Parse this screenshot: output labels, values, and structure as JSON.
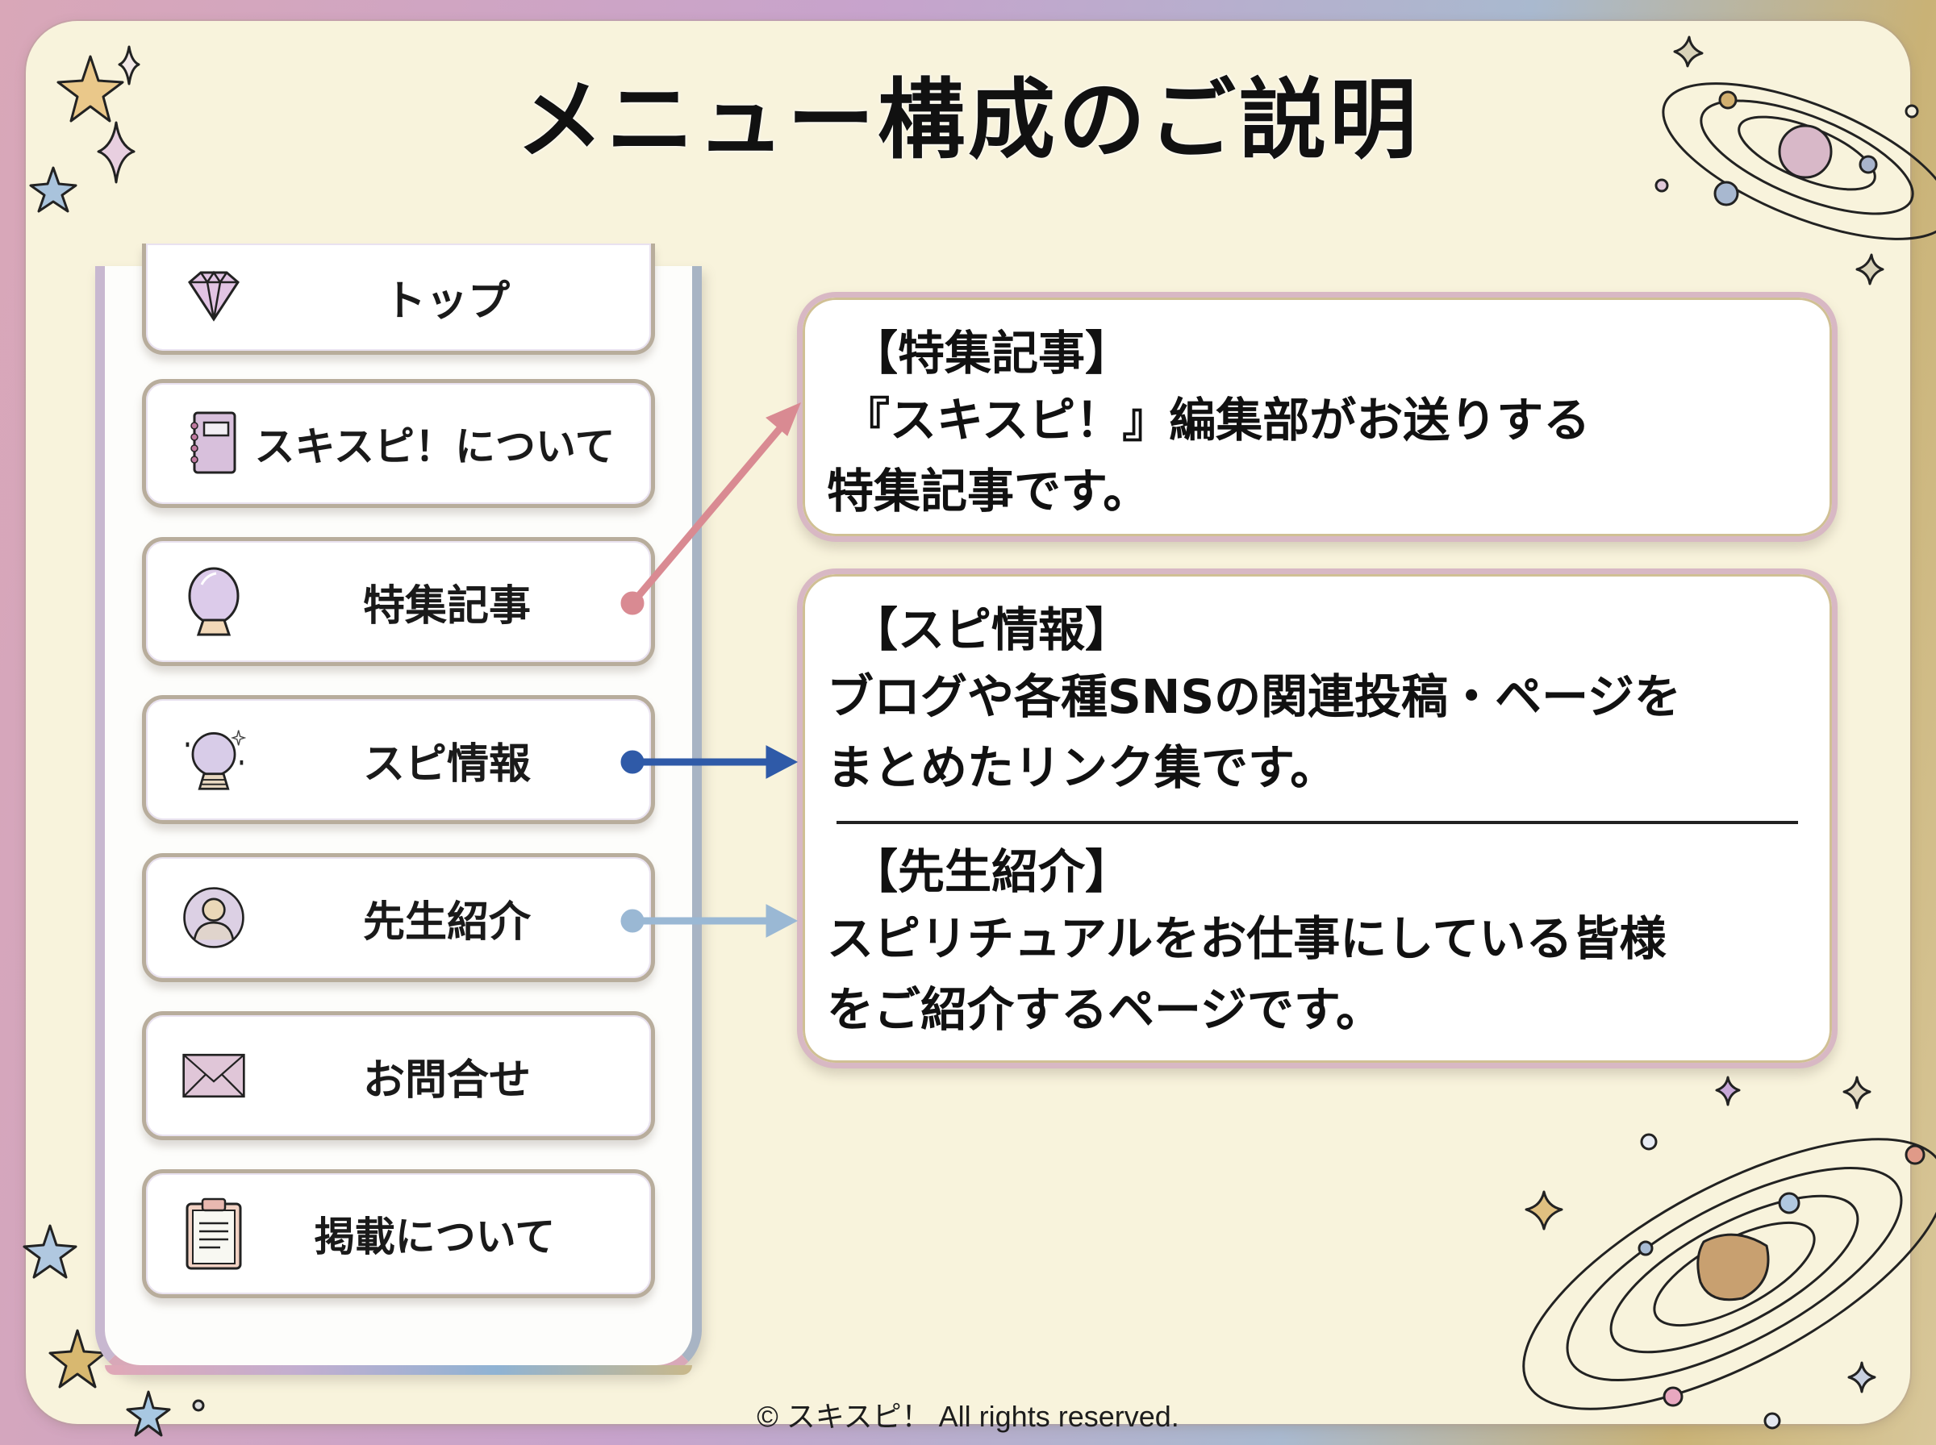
{
  "title": "メニュー構成のご説明",
  "menu": {
    "items": [
      {
        "label": "トップ",
        "icon": "diamond-icon"
      },
      {
        "label": "スキスピ！について",
        "icon": "notebook-icon"
      },
      {
        "label": "特集記事",
        "icon": "crystal-ball-icon"
      },
      {
        "label": "スピ情報",
        "icon": "sparkling-crystal-ball-icon"
      },
      {
        "label": "先生紹介",
        "icon": "person-avatar-icon"
      },
      {
        "label": "お問合せ",
        "icon": "envelope-icon"
      },
      {
        "label": "掲載について",
        "icon": "clipboard-icon"
      }
    ]
  },
  "info": {
    "feature": {
      "heading": "【特集記事】",
      "line1": "『スキスピ！』編集部がお送りする",
      "line2": "特集記事です。"
    },
    "spi": {
      "heading": "【スピ情報】",
      "line1": "ブログや各種SNSの関連投稿・ページを",
      "line2": "まとめたリンク集です。"
    },
    "teachers": {
      "heading": "【先生紹介】",
      "line1": "スピリチュアルをお仕事にしている皆様",
      "line2": "をご紹介するページです。"
    }
  },
  "connectors": {
    "feature_color": "#d98a92",
    "spi_color": "#2f5aa8",
    "teachers_color": "#9ab8d4"
  },
  "footer": "© スキスピ！ All rights reserved."
}
